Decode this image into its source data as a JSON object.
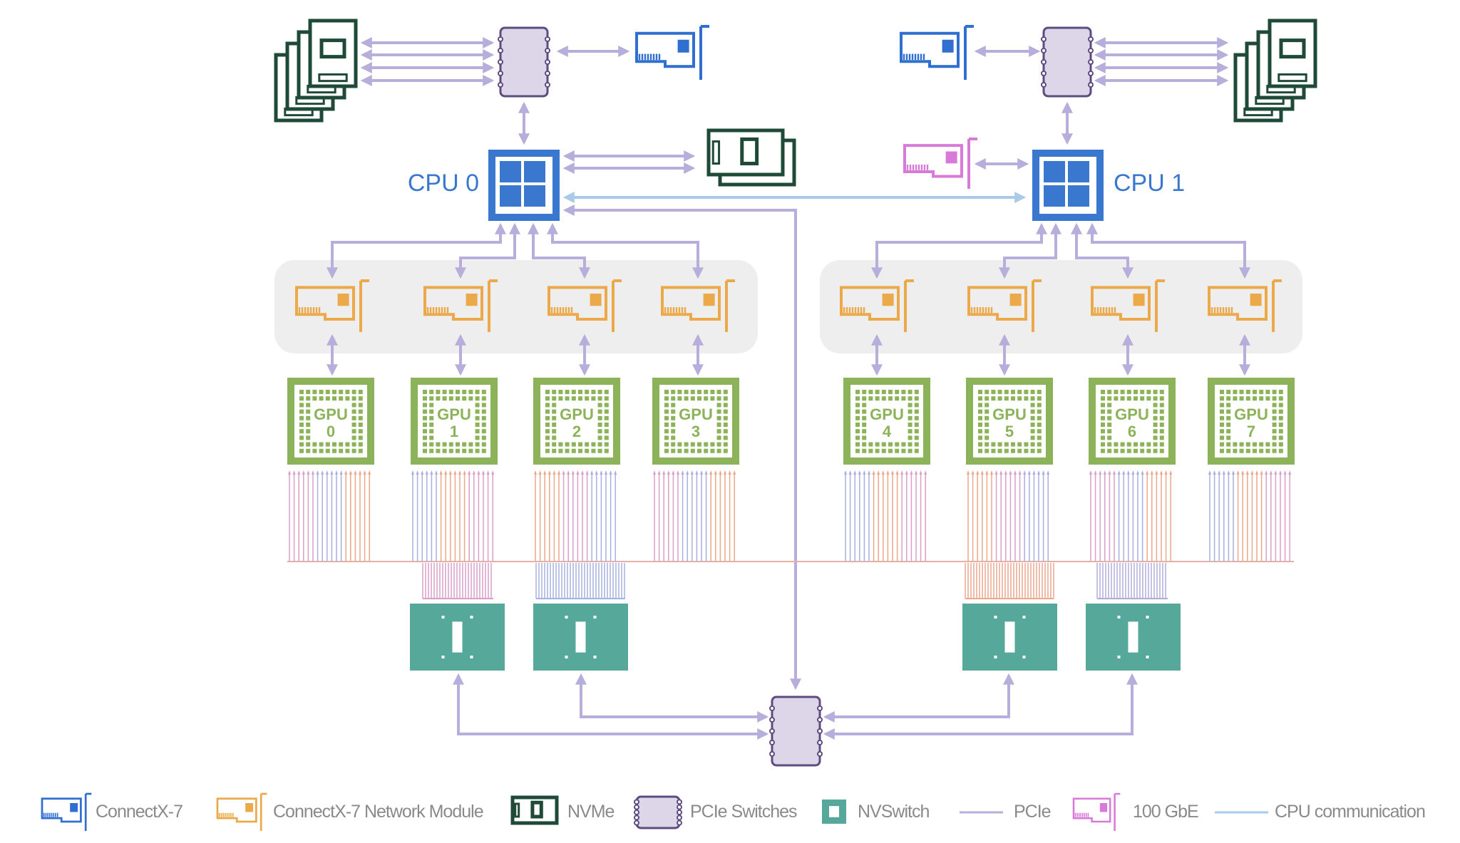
{
  "cpus": [
    {
      "label": "CPU 0"
    },
    {
      "label": "CPU 1"
    }
  ],
  "gpus": [
    {
      "label": "GPU",
      "index": "0"
    },
    {
      "label": "GPU",
      "index": "1"
    },
    {
      "label": "GPU",
      "index": "2"
    },
    {
      "label": "GPU",
      "index": "3"
    },
    {
      "label": "GPU",
      "index": "4"
    },
    {
      "label": "GPU",
      "index": "5"
    },
    {
      "label": "GPU",
      "index": "6"
    },
    {
      "label": "GPU",
      "index": "7"
    }
  ],
  "legend": [
    {
      "icon": "connectx7-card-icon",
      "label": "ConnectX-7"
    },
    {
      "icon": "connectx7-network-module-icon",
      "label": "ConnectX-7 Network Module"
    },
    {
      "icon": "nvme-icon",
      "label": "NVMe"
    },
    {
      "icon": "pcie-switch-icon",
      "label": "PCIe Switches"
    },
    {
      "icon": "nvswitch-icon",
      "label": "NVSwitch"
    },
    {
      "icon": "pcie-line-icon",
      "label": "PCIe"
    },
    {
      "icon": "100gbe-card-icon",
      "label": "100 GbE"
    },
    {
      "icon": "cpu-communication-line-icon",
      "label": "CPU communication"
    }
  ],
  "colors": {
    "connectx7": "#2f6fd0",
    "network_module": "#eba94a",
    "nvme": "#1f4a38",
    "pcie_switch_fill": "#dcd6e8",
    "pcie_switch_stroke": "#5e4c80",
    "nvswitch": "#55a89a",
    "gpu": "#8db35a",
    "pcie": "#b8aedc",
    "gbe100": "#d77ad8",
    "cpu_communication": "#a9cbe8",
    "cpu": "#3a78d0",
    "legend_text": "#8a8a8a"
  }
}
